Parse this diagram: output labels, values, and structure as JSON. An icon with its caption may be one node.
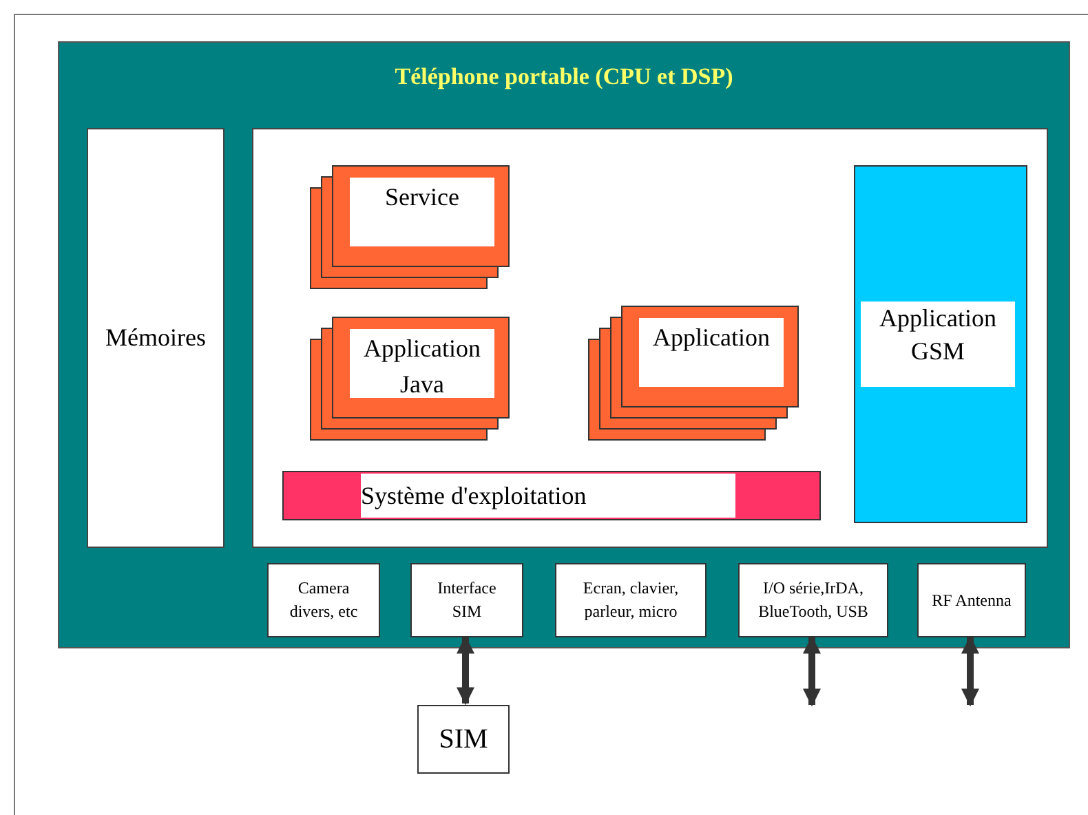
{
  "diagram": {
    "nodes": [
      {
        "text": [
          "Téléphone portable (CPU et DSP)"
        ]
      },
      {
        "text": [
          "Mémoires"
        ],
        "in": 0
      },
      {
        "text": [],
        "shape": "box",
        "in": 0
      },
      {
        "text": [
          "Service"
        ],
        "in": 2
      },
      {
        "text": [
          "Application Java"
        ],
        "in": 2
      },
      {
        "text": [
          "Application"
        ],
        "in": 2
      },
      {
        "text": [
          "Système d'exploitation"
        ],
        "in": 2
      },
      {
        "text": [
          "Application GSM"
        ],
        "in": 2
      },
      {
        "text": [
          "Camera divers, etc"
        ],
        "in": 0
      },
      {
        "text": [
          "Interface SIM"
        ],
        "in": 0
      },
      {
        "text": [
          "Ecran, clavier, parleur, micro"
        ],
        "in": 0
      },
      {
        "text": [
          "I/O série,IrDA, BlueTooth, USB"
        ],
        "in": 0
      },
      {
        "text": [
          "RF Antenna"
        ],
        "in": 0
      },
      {
        "text": [
          "SIM"
        ]
      }
    ],
    "edges": [
      {
        "from": 9,
        "to": 13,
        "arrow": "both"
      },
      {
        "from": 11,
        "to": null,
        "arrow": "both"
      },
      {
        "from": 12,
        "to": null,
        "arrow": "both"
      }
    ]
  }
}
